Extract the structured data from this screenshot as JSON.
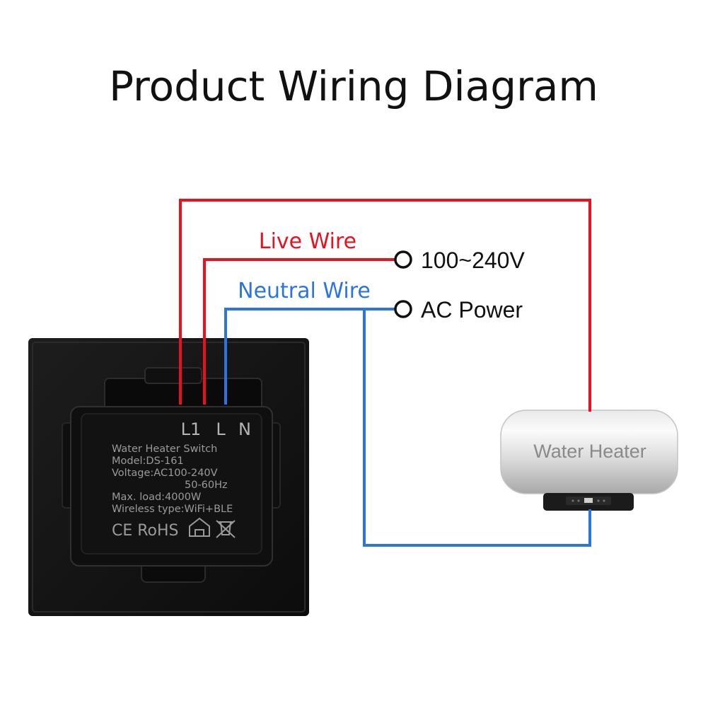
{
  "title": "Product Wiring Diagram",
  "wires": {
    "live_label": "Live Wire",
    "neutral_label": "Neutral Wire"
  },
  "power": {
    "voltage": "100~240V",
    "type": "AC Power"
  },
  "terminals": {
    "l1": "L1",
    "l": "L",
    "n": "N"
  },
  "switch_label": {
    "line1": "Water Heater Switch",
    "line2": "Model:DS-161",
    "line3": "Voltage:AC100-240V",
    "line4": "50-60Hz",
    "line5": "Max. load:4000W",
    "line6": "Wireless type:WiFi+BLE",
    "marks": "CE RoHS"
  },
  "appliance": {
    "label": "Water Heater"
  },
  "colors": {
    "live": "#e8121f",
    "neutral": "#2a74e6",
    "device_body": "#141414"
  }
}
